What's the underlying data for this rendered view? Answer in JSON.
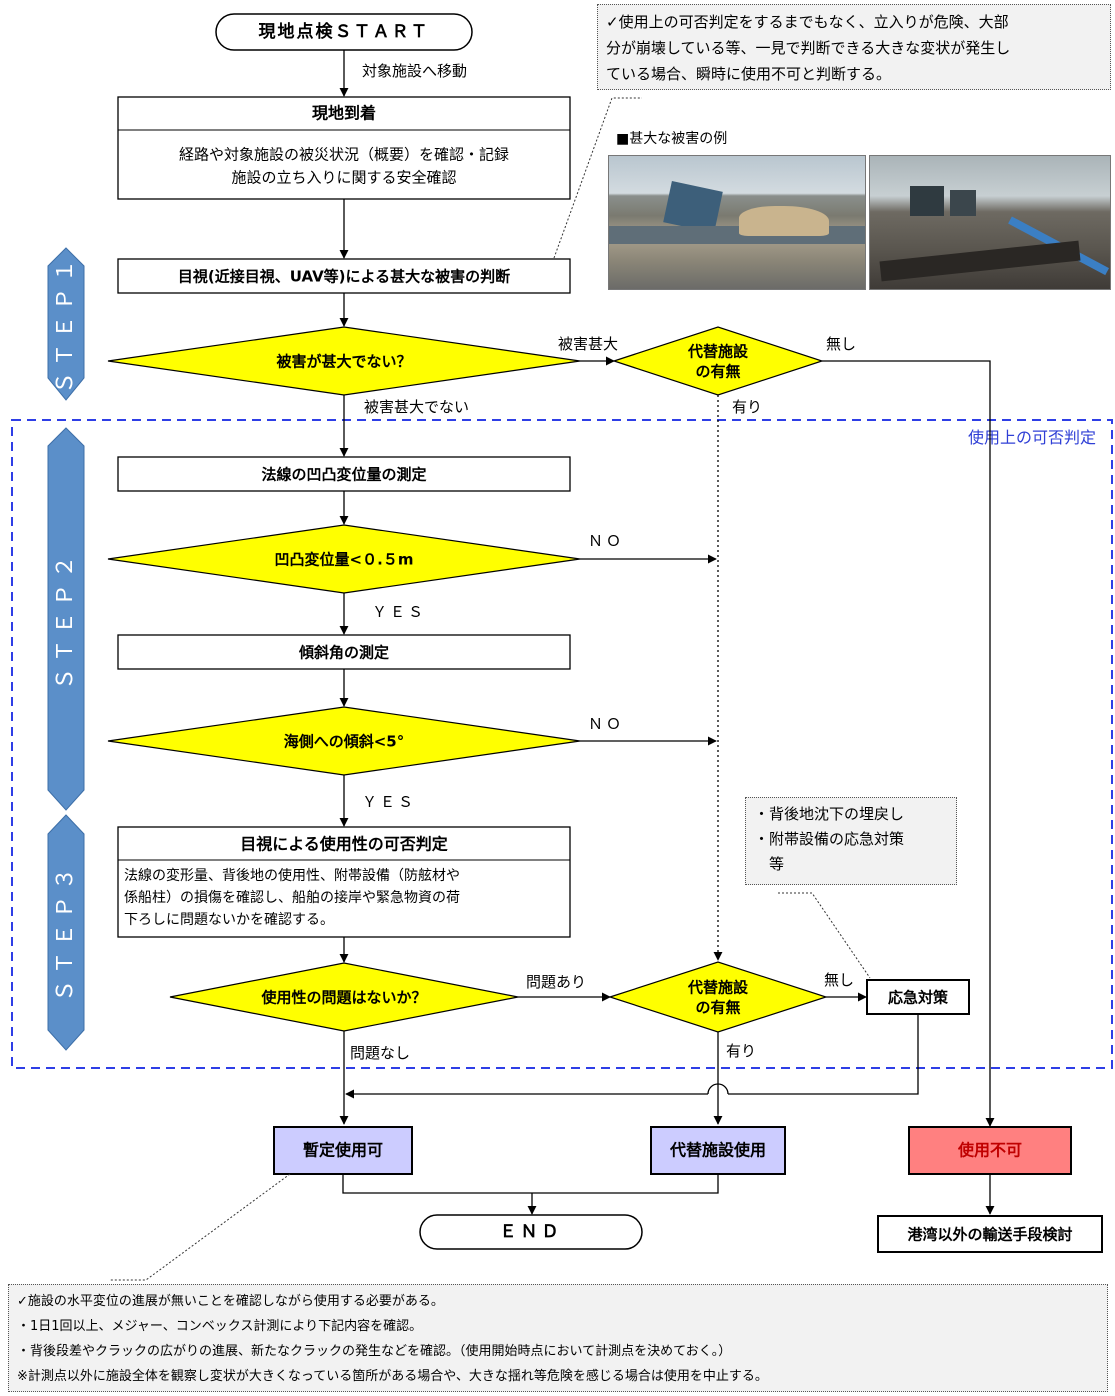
{
  "start_label": "現地点検ＳＴＡＲＴ",
  "move_label": "対象施設へ移動",
  "arrival": {
    "title": "現地到着",
    "line1": "経路や対象施設の被災状況（概要）を確認・記録",
    "line2": "施設の立ち入りに関する安全確認"
  },
  "visual_check": "目視(近接目視、UAV等)による甚大な被害の判断",
  "decision_damage": "被害が甚大でない？",
  "label_severe": "被害甚大",
  "label_not_severe": "被害甚大でない",
  "alt_facility": [
    "代替施設",
    "の有無"
  ],
  "label_none": "無し",
  "label_exists": "有り",
  "top_note": [
    "✓使用上の可否判定をするまでもなく、立入りが危険、大部",
    "分が崩壊している等、一見で判断できる大きな変状が発生し",
    "ている場合、瞬時に使用不可と判断する。"
  ],
  "example_label": "■甚大な被害の例",
  "usability_label": "使用上の可否判定",
  "steps": [
    "ＳＴＥＰ１",
    "ＳＴＥＰ２",
    "ＳＴＥＰ３"
  ],
  "measure_bump": "法線の凹凸変位量の測定",
  "decision_bump": "凹凸変位量<０.５m",
  "label_no": "ＮＯ",
  "label_yes": "ＹＥＳ",
  "measure_tilt": "傾斜角の測定",
  "decision_tilt": "海側への傾斜<5°",
  "visual_judge": {
    "title": "目視による使用性の可否判定",
    "line1": "法線の変形量、背後地の使用性、附帯設備（防舷材や",
    "line2": "係船柱）の損傷を確認し、船舶の接岸や緊急物資の荷",
    "line3": "下ろしに問題ないかを確認する。"
  },
  "decision_usability": "使用性の問題はないか？",
  "label_problem": "問題あり",
  "label_no_problem": "問題なし",
  "emergency_note": [
    "・背後地沈下の埋戻し",
    "・附帯設備の応急対策",
    "　等"
  ],
  "emergency": "応急対策",
  "provisional_use": "暫定使用可",
  "alt_use": "代替施設使用",
  "unusable": "使用不可",
  "end_label": "ＥＮＤ",
  "other_transport": "港湾以外の輸送手段検討",
  "bottom_note": [
    "✓施設の水平変位の進展が無いことを確認しながら使用する必要がある。",
    "・1日1回以上、メジャー、コンベックス計測により下記内容を確認。",
    "・背後段差やクラックの広がりの進展、新たなクラックの発生などを確認。（使用開始時点において計測点を決めておく。）",
    "※計測点以外に施設全体を観察し変状が大きくなっている箇所がある場合や、大きな揺れ等危険を感じる場合は使用を中止する。"
  ],
  "colors": {
    "diamond_fill": "#ffff00",
    "step_fill": "#5b8fc9",
    "dashed_frame": "#2e3ee6",
    "usability_text": "#2f3fd6",
    "provisional_fill": "#ccccff",
    "unusable_fill": "#ff8080",
    "unusable_text": "#c00000"
  },
  "icons": [
    "damage-photo-quay",
    "damage-photo-pier"
  ]
}
